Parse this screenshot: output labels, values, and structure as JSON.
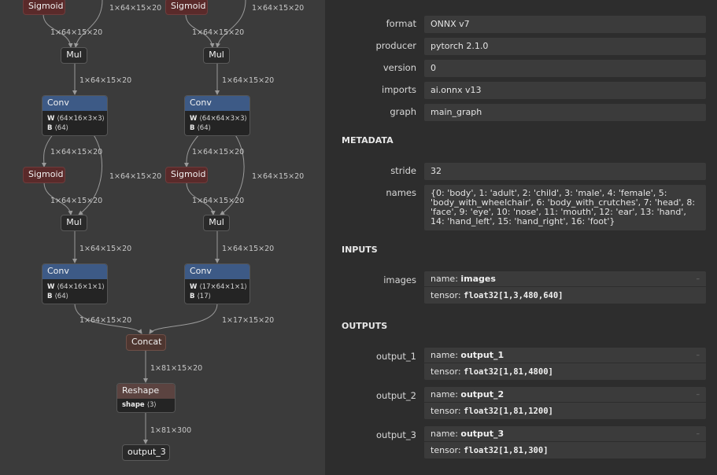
{
  "graph": {
    "edge_labels": [
      "1×64×15×20",
      "1×64×15×20",
      "1×64×15×20",
      "1×64×15×20",
      "1×64×15×20",
      "1×64×15×20",
      "1×64×15×20",
      "1×64×15×20",
      "1×64×15×20",
      "1×64×15×20",
      "1×64×15×20",
      "1×64×15×20",
      "1×64×15×20",
      "1×64×15×20",
      "1×64×15×20",
      "1×17×15×20",
      "1×81×15×20",
      "1×81×300"
    ],
    "nodes": {
      "sigmoid_left_top": {
        "op": "Sigmoid"
      },
      "sigmoid_right_top": {
        "op": "Sigmoid"
      },
      "mul_left_1": {
        "op": "Mul"
      },
      "mul_right_1": {
        "op": "Mul"
      },
      "conv_left_1": {
        "op": "Conv",
        "w_label": "W",
        "w": "⟨64×16×3×3⟩",
        "b_label": "B",
        "b": "⟨64⟩"
      },
      "conv_right_1": {
        "op": "Conv",
        "w_label": "W",
        "w": "⟨64×64×3×3⟩",
        "b_label": "B",
        "b": "⟨64⟩"
      },
      "sigmoid_left_2": {
        "op": "Sigmoid"
      },
      "sigmoid_right_2": {
        "op": "Sigmoid"
      },
      "mul_left_2": {
        "op": "Mul"
      },
      "mul_right_2": {
        "op": "Mul"
      },
      "conv_left_2": {
        "op": "Conv",
        "w_label": "W",
        "w": "⟨64×16×1×1⟩",
        "b_label": "B",
        "b": "⟨64⟩"
      },
      "conv_right_2": {
        "op": "Conv",
        "w_label": "W",
        "w": "⟨17×64×1×1⟩",
        "b_label": "B",
        "b": "⟨17⟩"
      },
      "concat": {
        "op": "Concat"
      },
      "reshape": {
        "op": "Reshape",
        "shape_label": "shape",
        "shape": "⟨3⟩"
      },
      "output": {
        "op": "output_3"
      }
    }
  },
  "properties": {
    "format": {
      "label": "format",
      "value": "ONNX v7"
    },
    "producer": {
      "label": "producer",
      "value": "pytorch 2.1.0"
    },
    "version": {
      "label": "version",
      "value": "0"
    },
    "imports": {
      "label": "imports",
      "value": "ai.onnx v13"
    },
    "graph": {
      "label": "graph",
      "value": "main_graph"
    }
  },
  "metadata": {
    "title": "METADATA",
    "stride": {
      "label": "stride",
      "value": "32"
    },
    "names": {
      "label": "names",
      "value": "{0: 'body', 1: 'adult', 2: 'child', 3: 'male', 4: 'female', 5: 'body_with_wheelchair', 6: 'body_with_crutches', 7: 'head', 8: 'face', 9: 'eye', 10: 'nose', 11: 'mouth', 12: 'ear', 13: 'hand', 14: 'hand_left', 15: 'hand_right', 16: 'foot'}"
    }
  },
  "inputs": {
    "title": "INPUTS",
    "items": [
      {
        "label": "images",
        "name_prefix": "name: ",
        "name": "images",
        "tensor_prefix": "tensor: ",
        "tensor": "float32[1,3,480,640]"
      }
    ]
  },
  "outputs": {
    "title": "OUTPUTS",
    "items": [
      {
        "label": "output_1",
        "name_prefix": "name: ",
        "name": "output_1",
        "tensor_prefix": "tensor: ",
        "tensor": "float32[1,81,4800]"
      },
      {
        "label": "output_2",
        "name_prefix": "name: ",
        "name": "output_2",
        "tensor_prefix": "tensor: ",
        "tensor": "float32[1,81,1200]"
      },
      {
        "label": "output_3",
        "name_prefix": "name: ",
        "name": "output_3",
        "tensor_prefix": "tensor: ",
        "tensor": "float32[1,81,300]"
      }
    ]
  }
}
